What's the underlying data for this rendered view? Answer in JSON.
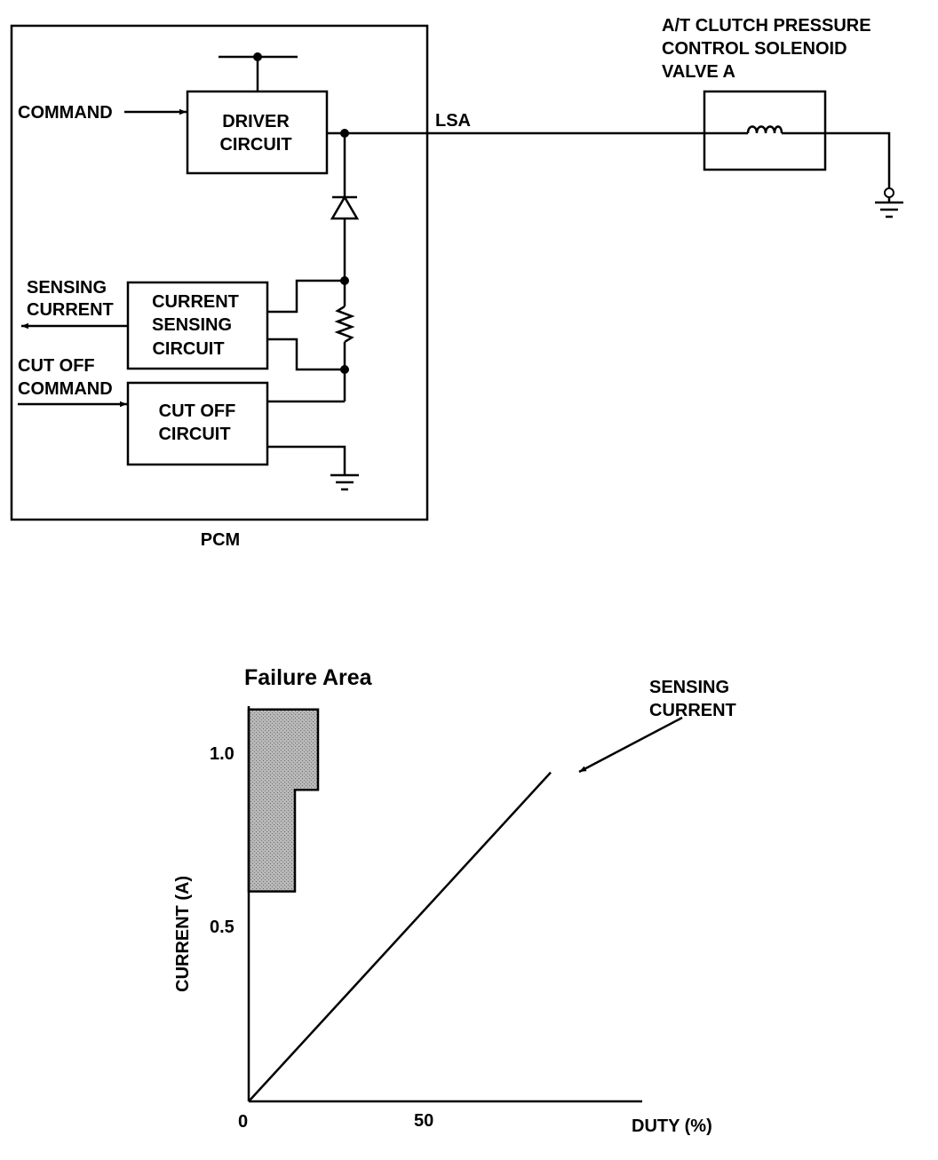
{
  "circuit": {
    "module_label": "PCM",
    "blocks": {
      "driver": [
        "DRIVER",
        "CIRCUIT"
      ],
      "sensing": [
        "CURRENT",
        "SENSING",
        "CIRCUIT"
      ],
      "cutoff": [
        "CUT OFF",
        "CIRCUIT"
      ]
    },
    "signals": {
      "command": "COMMAND",
      "sensing_current": [
        "SENSING",
        "CURRENT"
      ],
      "cutoff_command": [
        "CUT OFF",
        "COMMAND"
      ]
    },
    "wire_label": "LSA",
    "solenoid_label": [
      "A/T CLUTCH PRESSURE",
      "CONTROL SOLENOID",
      "VALVE A"
    ]
  },
  "chart_data": {
    "type": "line",
    "title": "Failure Area",
    "ylabel": "CURRENT (A)",
    "xlabel": "DUTY (%)",
    "x_ticks": [
      "0",
      "50"
    ],
    "y_ticks": [
      "1.0",
      "0.5"
    ],
    "xlim": [
      0,
      110
    ],
    "ylim": [
      0,
      1.13
    ],
    "series": [
      {
        "name": "SENSING CURRENT",
        "x": [
          0,
          85
        ],
        "y": [
          0,
          0.94
        ]
      }
    ],
    "failure_area": {
      "polygon": [
        [
          0,
          0.6
        ],
        [
          13,
          0.6
        ],
        [
          13,
          0.89
        ],
        [
          19.5,
          0.89
        ],
        [
          19.5,
          1.12
        ],
        [
          0,
          1.12
        ]
      ],
      "fill": "#b0b0b0"
    },
    "annotation": [
      "SENSING",
      "CURRENT"
    ]
  }
}
